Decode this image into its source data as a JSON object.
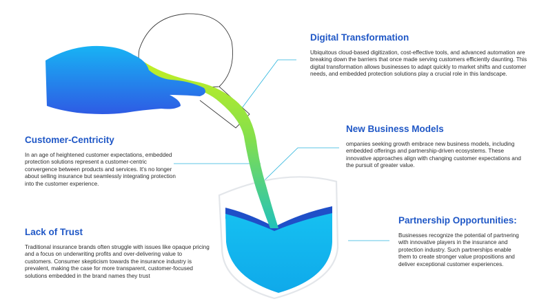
{
  "sections": {
    "digital_transformation": {
      "heading": "Digital Transformation",
      "body": "Ubiquitous cloud-based digitization, cost-effective tools, and advanced automation are breaking down the barriers that once made serving customers efficiently daunting. This digital transformation allows businesses to adapt quickly to market shifts and customer needs, and embedded protection solutions play a crucial role in this landscape."
    },
    "new_business_models": {
      "heading": "New Business Models",
      "body": "ompanies seeking growth embrace new business models, including embedded offerings and partnership-driven ecosystems. These innovative approaches align with changing customer expectations and the pursuit of greater value."
    },
    "customer_centricity": {
      "heading": "Customer-Centricity",
      "body": "In an age of heightened customer expectations, embedded protection solutions represent a customer-centric convergence between products and services. It's no longer about selling insurance but seamlessly integrating protection into the customer experience."
    },
    "lack_of_trust": {
      "heading": "Lack of Trust",
      "body": "Traditional insurance brands often struggle with issues like opaque pricing and a focus on underwriting profits and over-delivering value to customers. Consumer skepticism towards the insurance industry is prevalent, making the case for more transparent, customer-focused solutions embedded in the brand names they trust"
    },
    "partnership_opportunities": {
      "heading": "Partnership Opportunities:",
      "body": "Businesses recognize the potential of partnering with innovative players in the insurance and protection industry. Such partnerships enable them to create stronger value propositions and deliver exceptional customer experiences."
    }
  },
  "colors": {
    "heading": "#1f57c6",
    "body_text": "#2b2b2b",
    "connector": "#26b3dc",
    "hand_top": "#1aa8f2",
    "hand_bottom": "#2f5fe6",
    "liquid_top": "#b8ec2a",
    "liquid_bottom": "#28c7b6",
    "shield_fill": "#15b9ef",
    "shield_inner": "#1f4fc8",
    "shield_outline": "#e3e6ea"
  },
  "icons": {
    "hand": "hand-pouring-icon",
    "flask": "flask-icon",
    "stream": "liquid-stream-icon",
    "shield": "shield-icon"
  }
}
